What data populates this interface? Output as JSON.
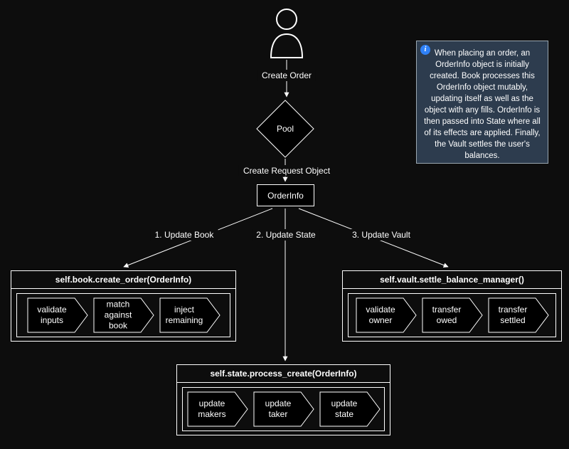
{
  "diagram": {
    "actor_label": "Create Order",
    "pool_label": "Pool",
    "request_label": "Create Request Object",
    "orderinfo_label": "OrderInfo",
    "branch_labels": {
      "book": "1. Update Book",
      "state": "2. Update State",
      "vault": "3. Update Vault"
    },
    "note": {
      "info_glyph": "i",
      "text": "When placing an order, an OrderInfo object is initially created. Book processes this OrderInfo object mutably, updating itself as well as the object with any fills. OrderInfo is then passed into State where all of its effects are applied. Finally, the Vault settles the user's balances."
    },
    "book": {
      "title": "self.book.create_order(OrderInfo)",
      "steps": [
        "validate\ninputs",
        "match\nagainst book",
        "inject\nremaining"
      ]
    },
    "vault": {
      "title": "self.vault.settle_balance_manager()",
      "steps": [
        "validate\nowner",
        "transfer\nowed",
        "transfer\nsettled"
      ]
    },
    "state": {
      "title": "self.state.process_create(OrderInfo)",
      "steps": [
        "update\nmakers",
        "update\ntaker",
        "update\nstate"
      ]
    }
  },
  "colors": {
    "background": "#0d0d0d",
    "node_fill": "#000000",
    "stroke": "#ffffff",
    "note_bg": "#2d3c4e",
    "info_icon_bg": "#2f81f7"
  }
}
